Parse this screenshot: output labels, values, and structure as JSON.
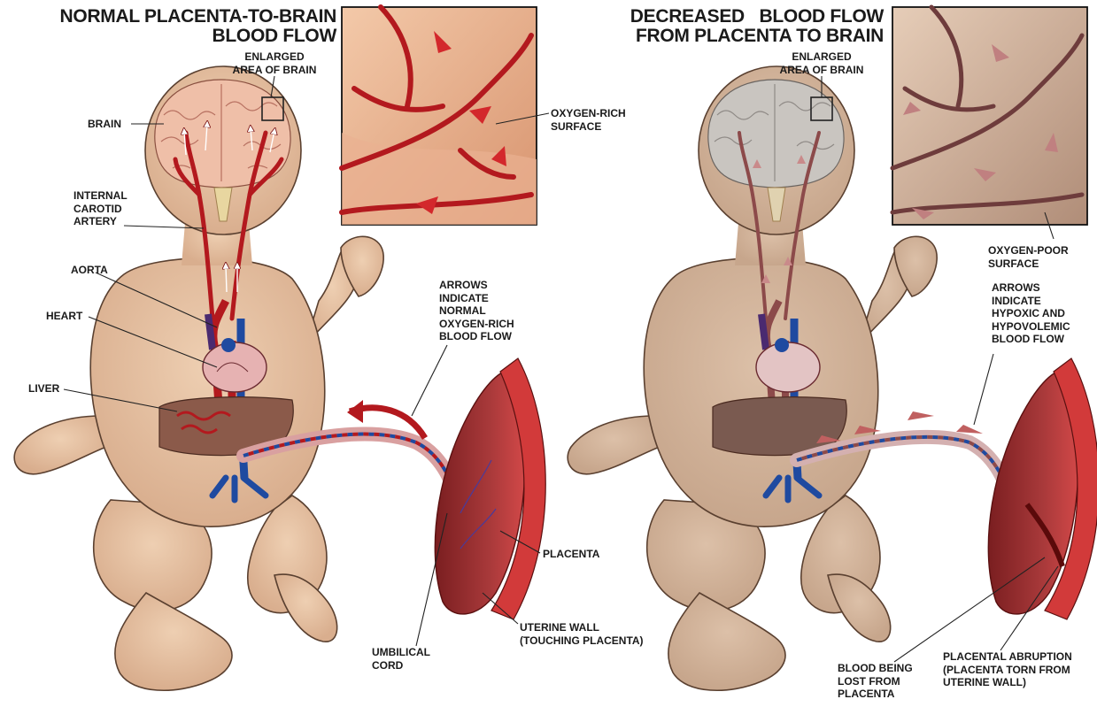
{
  "left_panel": {
    "title_line1": "NORMAL PLACENTA-TO-BRAIN",
    "title_line2": "BLOOD FLOW",
    "labels": {
      "enlarged_1": "ENLARGED",
      "enlarged_2": "AREA OF BRAIN",
      "brain": "BRAIN",
      "oxygen_rich_1": "OXYGEN-RICH",
      "oxygen_rich_2": "SURFACE",
      "ica_1": "INTERNAL",
      "ica_2": "CAROTID",
      "ica_3": "ARTERY",
      "aorta": "AORTA",
      "arrows_1": "ARROWS",
      "arrows_2": "INDICATE",
      "arrows_3": "NORMAL",
      "arrows_4": "OXYGEN-RICH",
      "arrows_5": "BLOOD FLOW",
      "heart": "HEART",
      "liver": "LIVER",
      "placenta": "PLACENTA",
      "uterine_1": "UTERINE WALL",
      "uterine_2": "(TOUCHING PLACENTA)",
      "cord_1": "UMBILICAL",
      "cord_2": "CORD"
    }
  },
  "right_panel": {
    "title_line1": "DECREASED   BLOOD FLOW",
    "title_line2": "FROM PLACENTA TO BRAIN",
    "labels": {
      "enlarged_1": "ENLARGED",
      "enlarged_2": "AREA OF BRAIN",
      "oxygen_poor_1": "OXYGEN-POOR",
      "oxygen_poor_2": "SURFACE",
      "arrows_1": "ARROWS",
      "arrows_2": "INDICATE",
      "arrows_3": "HYPOXIC AND",
      "arrows_4": "HYPOVOLEMIC",
      "arrows_5": "BLOOD FLOW",
      "lost_1": "BLOOD BEING",
      "lost_2": "LOST FROM",
      "lost_3": "PLACENTA",
      "abruption_1": "PLACENTAL ABRUPTION",
      "abruption_2": "(PLACENTA TORN FROM",
      "abruption_3": "UTERINE WALL)"
    }
  },
  "colors": {
    "skin": "#e8c6a6",
    "skin_outline": "#5a4030",
    "artery_red": "#b3191e",
    "vein_blue": "#1f4aa0",
    "brain_pink": "#efbfa8",
    "brain_gray": "#c9c5c0",
    "liver": "#8b5a4a",
    "placenta": "#9a2a2a",
    "poor_flow": "#8c4a4a"
  }
}
